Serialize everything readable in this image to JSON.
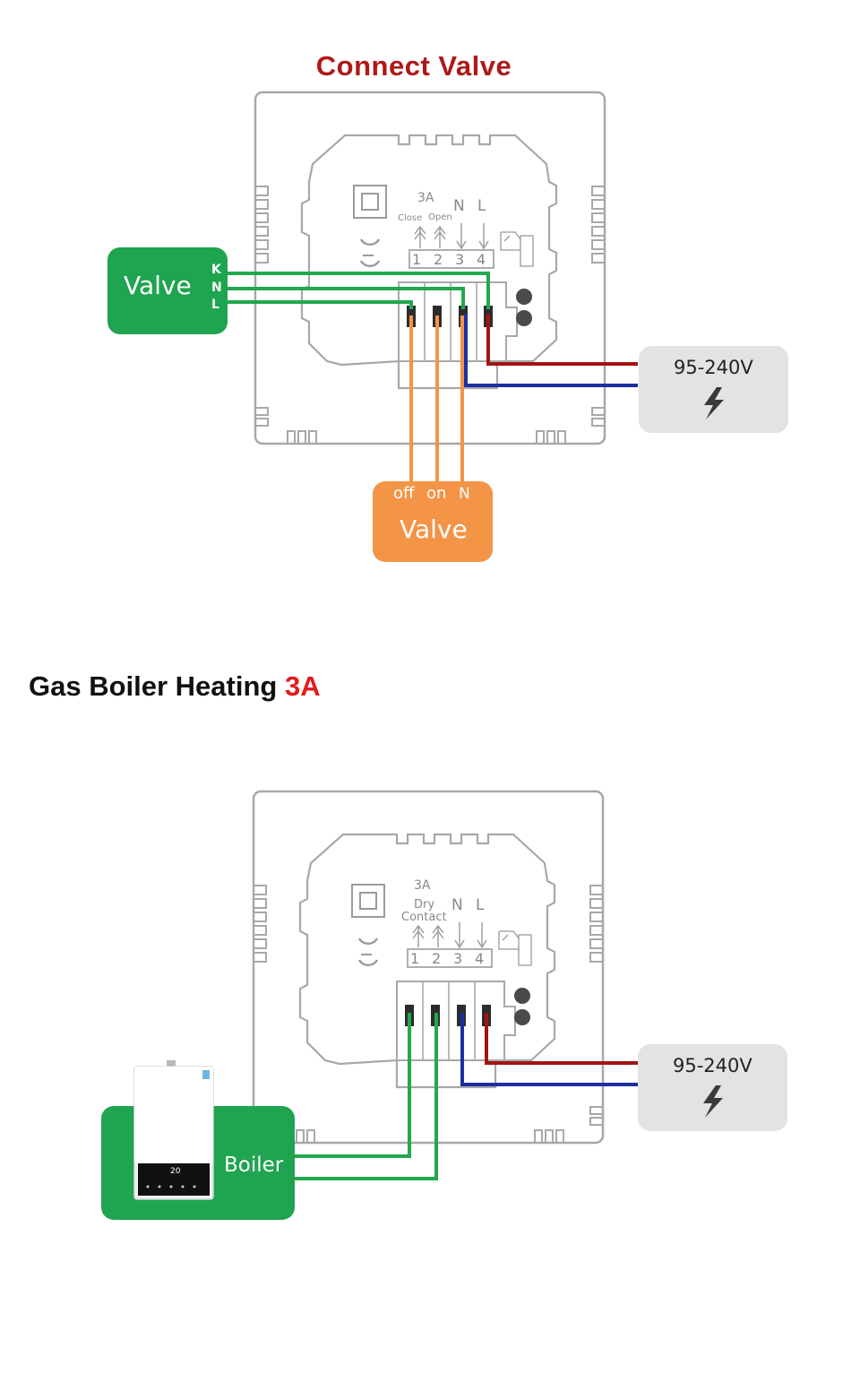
{
  "colors": {
    "valve_green": "#1fa44f",
    "valve_orange": "#f39447",
    "wire_green": "#22a84e",
    "wire_orange": "#f0954a",
    "wire_red": "#a01414",
    "wire_blue": "#1e2fa0",
    "power_box": "#e3e3e3",
    "outline": "#9e9e9e",
    "title_red": "#b01818",
    "accent_red": "#e31b1b"
  },
  "section1": {
    "title": "Connect Valve",
    "rating": "3A",
    "close_label": "Close",
    "open_label": "Open",
    "n_label": "N",
    "l_label": "L",
    "terminals": [
      "1",
      "2",
      "3",
      "4"
    ],
    "valve_green": {
      "label": "Valve",
      "pins": [
        "K",
        "N",
        "L"
      ]
    },
    "valve_orange": {
      "label": "Valve",
      "pins": [
        "off",
        "on",
        "N"
      ]
    },
    "power": {
      "label": "95-240V",
      "icon": "lightning-icon"
    }
  },
  "section2": {
    "title_main": "Gas Boiler Heating ",
    "title_accent": "3A",
    "rating": "3A",
    "dry_label": "Dry",
    "contact_label": "Contact",
    "n_label": "N",
    "l_label": "L",
    "terminals": [
      "1",
      "2",
      "3",
      "4"
    ],
    "boiler": {
      "label": "Boiler",
      "display_text": "20"
    },
    "power": {
      "label": "95-240V",
      "icon": "lightning-icon"
    }
  }
}
